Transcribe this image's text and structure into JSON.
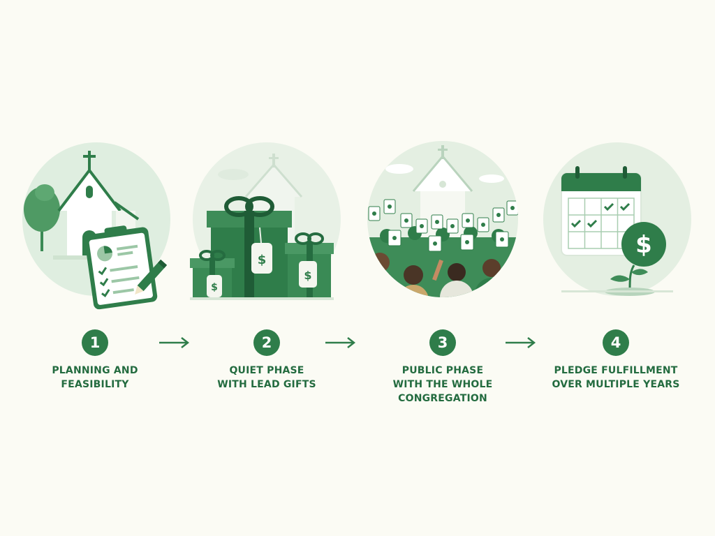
{
  "colors": {
    "background": "#fbfbf4",
    "primary_green": "#2f7d4a",
    "label_green": "#236b3f",
    "light_green": "#dfeee0"
  },
  "steps": [
    {
      "number": "1",
      "label_lines": [
        "PLANNING AND",
        "FEASIBILITY"
      ],
      "icon": "church-with-clipboard-icon"
    },
    {
      "number": "2",
      "label_lines": [
        "QUIET PHASE",
        "WITH LEAD GIFTS"
      ],
      "icon": "gift-boxes-with-dollar-tags-icon"
    },
    {
      "number": "3",
      "label_lines": [
        "PUBLIC PHASE",
        "WITH THE WHOLE",
        "CONGREGATION"
      ],
      "icon": "crowd-holding-signs-icon"
    },
    {
      "number": "4",
      "label_lines": [
        "PLEDGE FULFILLMENT",
        "OVER MULTIPLE YEARS"
      ],
      "icon": "calendar-with-dollar-plant-icon"
    }
  ],
  "connectors": [
    "right-arrow-icon",
    "right-arrow-icon",
    "right-arrow-icon"
  ]
}
